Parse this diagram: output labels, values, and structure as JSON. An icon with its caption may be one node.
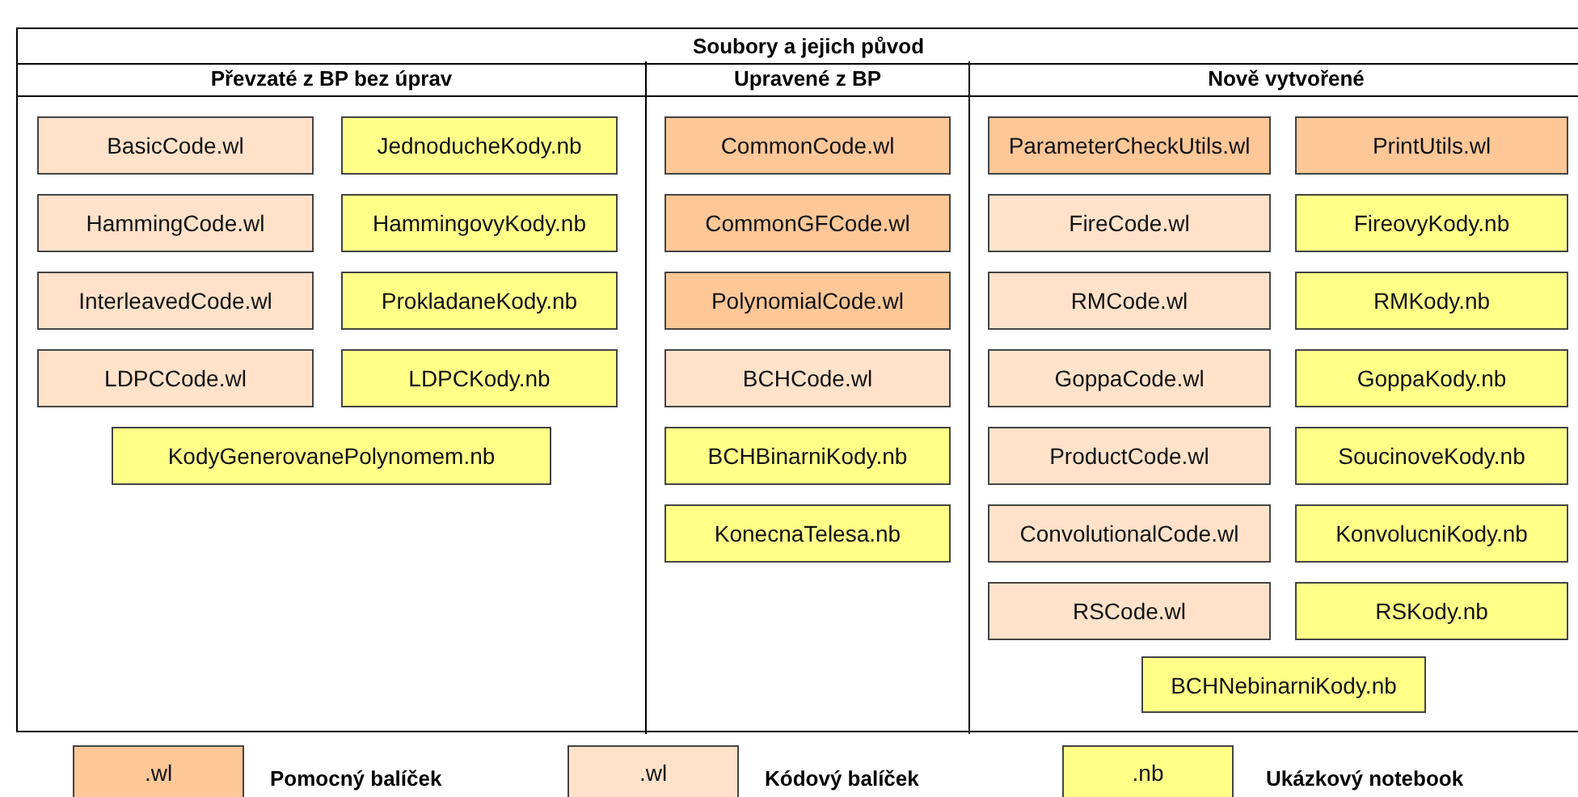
{
  "diagram": {
    "nodes": [
      {
        "text": [
          "Soubory a jejich původ"
        ]
      },
      {
        "text": [
          "Převzaté z BP bez úprav"
        ],
        "in": 0
      },
      {
        "text": [
          "Upravené z BP"
        ],
        "in": 0
      },
      {
        "text": [
          "Nově vytvořené"
        ],
        "in": 0
      },
      {
        "text": [
          "BasicCode.wl"
        ],
        "in": 1
      },
      {
        "text": [
          "JednoducheKody.nb"
        ],
        "in": 1
      },
      {
        "text": [
          "HammingCode.wl"
        ],
        "in": 1
      },
      {
        "text": [
          "HammingovyKody.nb"
        ],
        "in": 1
      },
      {
        "text": [
          "InterleavedCode.wl"
        ],
        "in": 1
      },
      {
        "text": [
          "ProkladaneKody.nb"
        ],
        "in": 1
      },
      {
        "text": [
          "LDPCCode.wl"
        ],
        "in": 1
      },
      {
        "text": [
          "LDPCKody.nb"
        ],
        "in": 1
      },
      {
        "text": [
          "KodyGenerovanePolynomem.nb"
        ],
        "in": 1
      },
      {
        "text": [
          "CommonCode.wl"
        ],
        "in": 2
      },
      {
        "text": [
          "CommonGFCode.wl"
        ],
        "in": 2
      },
      {
        "text": [
          "PolynomialCode.wl"
        ],
        "in": 2
      },
      {
        "text": [
          "BCHCode.wl"
        ],
        "in": 2
      },
      {
        "text": [
          "BCHBinarniKody.nb"
        ],
        "in": 2
      },
      {
        "text": [
          "KonecnaTelesa.nb"
        ],
        "in": 2
      },
      {
        "text": [
          "ParameterCheckUtils.wl"
        ],
        "in": 3
      },
      {
        "text": [
          "PrintUtils.wl"
        ],
        "in": 3
      },
      {
        "text": [
          "FireCode.wl"
        ],
        "in": 3
      },
      {
        "text": [
          "FireovyKody.nb"
        ],
        "in": 3
      },
      {
        "text": [
          "RMCode.wl"
        ],
        "in": 3
      },
      {
        "text": [
          "RMKody.nb"
        ],
        "in": 3
      },
      {
        "text": [
          "GoppaCode.wl"
        ],
        "in": 3
      },
      {
        "text": [
          "GoppaKody.nb"
        ],
        "in": 3
      },
      {
        "text": [
          "ProductCode.wl"
        ],
        "in": 3
      },
      {
        "text": [
          "SoucinoveKody.nb"
        ],
        "in": 3
      },
      {
        "text": [
          "ConvolutionalCode.wl"
        ],
        "in": 3
      },
      {
        "text": [
          "KonvolucniKody.nb"
        ],
        "in": 3
      },
      {
        "text": [
          "RSCode.wl"
        ],
        "in": 3
      },
      {
        "text": [
          "RSKody.nb"
        ],
        "in": 3
      },
      {
        "text": [
          "BCHNebinarniKody.nb"
        ],
        "in": 3
      }
    ],
    "edges": [],
    "labels": [
      ".wl",
      ".wl",
      ".nb"
    ],
    "legend": [
      {
        "text": "Pomocný balíček",
        "color": "#fdc797"
      },
      {
        "text": "Kódový balíček",
        "color": "#ffe2c9"
      },
      {
        "text": "Ukázkový notebook",
        "color": "#ffff88"
      }
    ]
  }
}
